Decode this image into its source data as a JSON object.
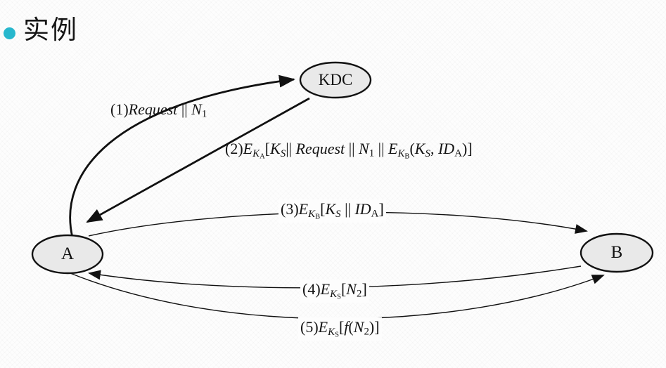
{
  "slide": {
    "title": "实例"
  },
  "colors": {
    "bullet": "#27b7cd",
    "node_fill": "#e9e9e9",
    "node_stroke": "#111111",
    "line": "#111111",
    "background": "#fdfdfd"
  },
  "diagram": {
    "type": "protocol-message-flow",
    "nodes": {
      "kdc": {
        "label": "KDC"
      },
      "a": {
        "label": "A"
      },
      "b": {
        "label": "B"
      }
    },
    "messages": {
      "m1": {
        "text": "(1)Request || N1",
        "from": "A",
        "to": "KDC",
        "segments": [
          {
            "t": "(1)",
            "s": "n"
          },
          {
            "t": "Request",
            "s": "i"
          },
          {
            "t": " || ",
            "s": "n"
          },
          {
            "t": "N",
            "s": "i"
          },
          {
            "t": "1",
            "s": "sub"
          }
        ]
      },
      "m2": {
        "text": "(2)EKA[KS|| Request || N1 || EKB(KS, IDA)]",
        "from": "KDC",
        "to": "A",
        "segments": [
          {
            "t": "(2)",
            "s": "n"
          },
          {
            "t": "E",
            "s": "i"
          },
          {
            "t": "K",
            "s": "isub"
          },
          {
            "t": "A",
            "s": "subsub"
          },
          {
            "t": "[",
            "s": "n"
          },
          {
            "t": "K",
            "s": "i"
          },
          {
            "t": "S",
            "s": "isub"
          },
          {
            "t": "|| ",
            "s": "n"
          },
          {
            "t": "Request",
            "s": "i"
          },
          {
            "t": " || ",
            "s": "n"
          },
          {
            "t": "N",
            "s": "i"
          },
          {
            "t": "1",
            "s": "sub"
          },
          {
            "t": " || ",
            "s": "n"
          },
          {
            "t": "E",
            "s": "i"
          },
          {
            "t": "K",
            "s": "isub"
          },
          {
            "t": "B",
            "s": "subsub"
          },
          {
            "t": "(",
            "s": "n"
          },
          {
            "t": "K",
            "s": "i"
          },
          {
            "t": "S",
            "s": "isub"
          },
          {
            "t": ", ",
            "s": "n"
          },
          {
            "t": "ID",
            "s": "i"
          },
          {
            "t": "A",
            "s": "sub"
          },
          {
            "t": ")]",
            "s": "n"
          }
        ]
      },
      "m3": {
        "text": "(3)EKB[KS || IDA]",
        "from": "A",
        "to": "B",
        "segments": [
          {
            "t": "(3)",
            "s": "n"
          },
          {
            "t": "E",
            "s": "i"
          },
          {
            "t": "K",
            "s": "isub"
          },
          {
            "t": "B",
            "s": "subsub"
          },
          {
            "t": "[",
            "s": "n"
          },
          {
            "t": "K",
            "s": "i"
          },
          {
            "t": "S",
            "s": "isub"
          },
          {
            "t": " || ",
            "s": "n"
          },
          {
            "t": "ID",
            "s": "i"
          },
          {
            "t": "A",
            "s": "sub"
          },
          {
            "t": "]",
            "s": "n"
          }
        ]
      },
      "m4": {
        "text": "(4)EKS[N2]",
        "from": "B",
        "to": "A",
        "segments": [
          {
            "t": "(4)",
            "s": "n"
          },
          {
            "t": "E",
            "s": "i"
          },
          {
            "t": "K",
            "s": "isub"
          },
          {
            "t": "S",
            "s": "subsub"
          },
          {
            "t": "[",
            "s": "n"
          },
          {
            "t": "N",
            "s": "i"
          },
          {
            "t": "2",
            "s": "sub"
          },
          {
            "t": "]",
            "s": "n"
          }
        ]
      },
      "m5": {
        "text": "(5)EKS[f(N2)]",
        "from": "A",
        "to": "B",
        "segments": [
          {
            "t": "(5)",
            "s": "n"
          },
          {
            "t": "E",
            "s": "i"
          },
          {
            "t": "K",
            "s": "isub"
          },
          {
            "t": "S",
            "s": "subsub"
          },
          {
            "t": "[",
            "s": "n"
          },
          {
            "t": "f",
            "s": "i"
          },
          {
            "t": "(",
            "s": "n"
          },
          {
            "t": "N",
            "s": "i"
          },
          {
            "t": "2",
            "s": "sub"
          },
          {
            "t": ")]",
            "s": "n"
          }
        ]
      }
    }
  }
}
